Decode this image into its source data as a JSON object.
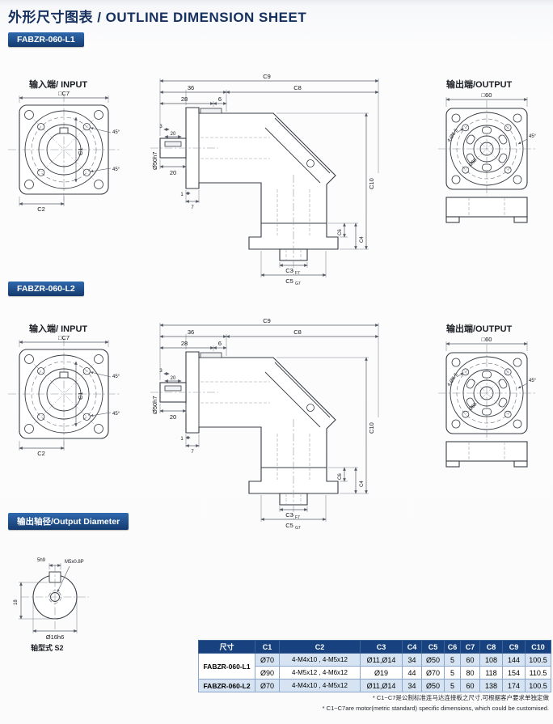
{
  "page": {
    "title": "外形尺寸图表 / OUTLINE DIMENSION SHEET"
  },
  "badges": {
    "l1": "FABZR-060-L1",
    "l2": "FABZR-060-L2",
    "output_diameter": "输出轴径/Output Diameter"
  },
  "labels": {
    "input": "输入端/ INPUT",
    "output": "输出端/OUTPUT",
    "shaft_caption": "轴型式 S2"
  },
  "dims": {
    "input_view": {
      "square": "□C7",
      "c1": "C1",
      "c2": "C2",
      "angle": "45°"
    },
    "side_view": {
      "c9": "C9",
      "c8": "C8",
      "len36": "36",
      "len28": "28",
      "len6": "6",
      "key3": "3",
      "key20": "20",
      "pilot": "Ø50h7",
      "len20": "20",
      "len1": "1",
      "len7": "7",
      "c10": "C10",
      "c6": "C6",
      "c4": "C4",
      "c3": "C3",
      "c3_tol": "F7",
      "c5": "C5",
      "c5_tol": "G7"
    },
    "output_view": {
      "square": "□60",
      "holes": "4-Ø5.5",
      "dia60": "Ø60",
      "angle": "45°"
    },
    "shaft": {
      "key": "5h9",
      "thread": "M5x0.8P",
      "depth": "18",
      "dia": "Ø16h6"
    }
  },
  "table": {
    "headers": [
      "尺寸",
      "C1",
      "C2",
      "C3",
      "C4",
      "C5",
      "C6",
      "C7",
      "C8",
      "C9",
      "C10"
    ],
    "rows": [
      {
        "model": "FABZR-060-L1",
        "c1": "Ø70",
        "c2": "4-M4x10 , 4-M5x12",
        "c3": "Ø11,Ø14",
        "c4": "34",
        "c5": "Ø50",
        "c6": "5",
        "c7": "60",
        "c8": "108",
        "c9": "144",
        "c10": "100.5"
      },
      {
        "c1": "Ø90",
        "c2": "4-M5x12 , 4-M6x12",
        "c3": "Ø19",
        "c4": "44",
        "c5": "Ø70",
        "c6": "5",
        "c7": "80",
        "c8": "118",
        "c9": "154",
        "c10": "110.5"
      },
      {
        "model": "FABZR-060-L2",
        "c1": "Ø70",
        "c2": "4-M4x10 , 4-M5x12",
        "c3": "Ø11,Ø14",
        "c4": "34",
        "c5": "Ø50",
        "c6": "5",
        "c7": "60",
        "c8": "138",
        "c9": "174",
        "c10": "100.5"
      }
    ],
    "footnotes": [
      "* C1~C7是公制标准连马达连接板之尺寸,可根据客户要求单独定做",
      "* C1~C7are motor(metric standard) specific dimensions, which could be customised."
    ]
  }
}
